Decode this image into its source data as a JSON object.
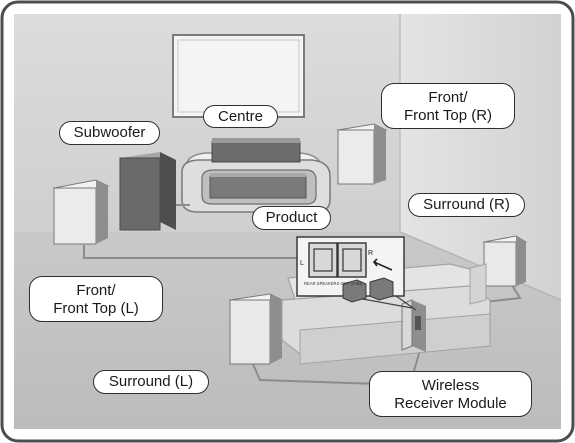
{
  "labels": {
    "centre": "Centre",
    "subwoofer": "Subwoofer",
    "front_right_line1": "Front/",
    "front_right_line2": "Front Top (R)",
    "product": "Product",
    "surround_right": "Surround (R)",
    "front_left_line1": "Front/",
    "front_left_line2": "Front Top (L)",
    "surround_left": "Surround (L)",
    "wireless_line1": "Wireless",
    "wireless_line2": "Receiver Module"
  },
  "module_panel": {
    "left_marker": "L",
    "right_marker": "R",
    "caption": "REAR SPEAKERS OUT (3-6Ω)"
  },
  "colors": {
    "frame": "#4d4d4d",
    "wall": "#d6d6d6",
    "floor": "#c4c4c4",
    "speaker_front": "#e9e9e9",
    "speaker_side": "#8e8e8e",
    "subwoofer": "#6a6a6a"
  }
}
